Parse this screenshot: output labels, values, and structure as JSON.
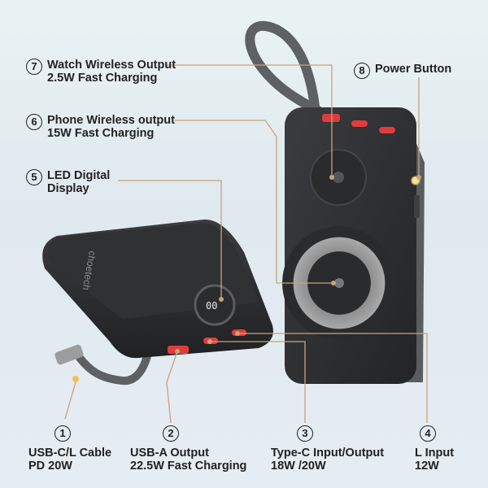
{
  "brand": {
    "logo_text": "choetech"
  },
  "device": {
    "display_readout": "00"
  },
  "callouts": [
    {
      "number": "7",
      "line1": "Watch Wireless Output",
      "line2": "2.5W Fast Charging"
    },
    {
      "number": "6",
      "line1": "Phone Wireless output",
      "line2": "15W Fast Charging"
    },
    {
      "number": "5",
      "line1": "LED Digital",
      "line2": "Display"
    },
    {
      "number": "8",
      "line1": "Power Button",
      "line2": ""
    },
    {
      "number": "1",
      "line1": "USB-C/L Cable",
      "line2": "PD 20W"
    },
    {
      "number": "2",
      "line1": "USB-A Output",
      "line2": "22.5W Fast Charging"
    },
    {
      "number": "3",
      "line1": "Type-C Input/Output",
      "line2": "18W /20W"
    },
    {
      "number": "4",
      "line1": "L Input",
      "line2": "12W"
    }
  ],
  "colors": {
    "device_body": "#2f3133",
    "accent_ring": "#9a9a9a",
    "port_red": "#e23b3b",
    "leader_line": "#c9a27a"
  }
}
